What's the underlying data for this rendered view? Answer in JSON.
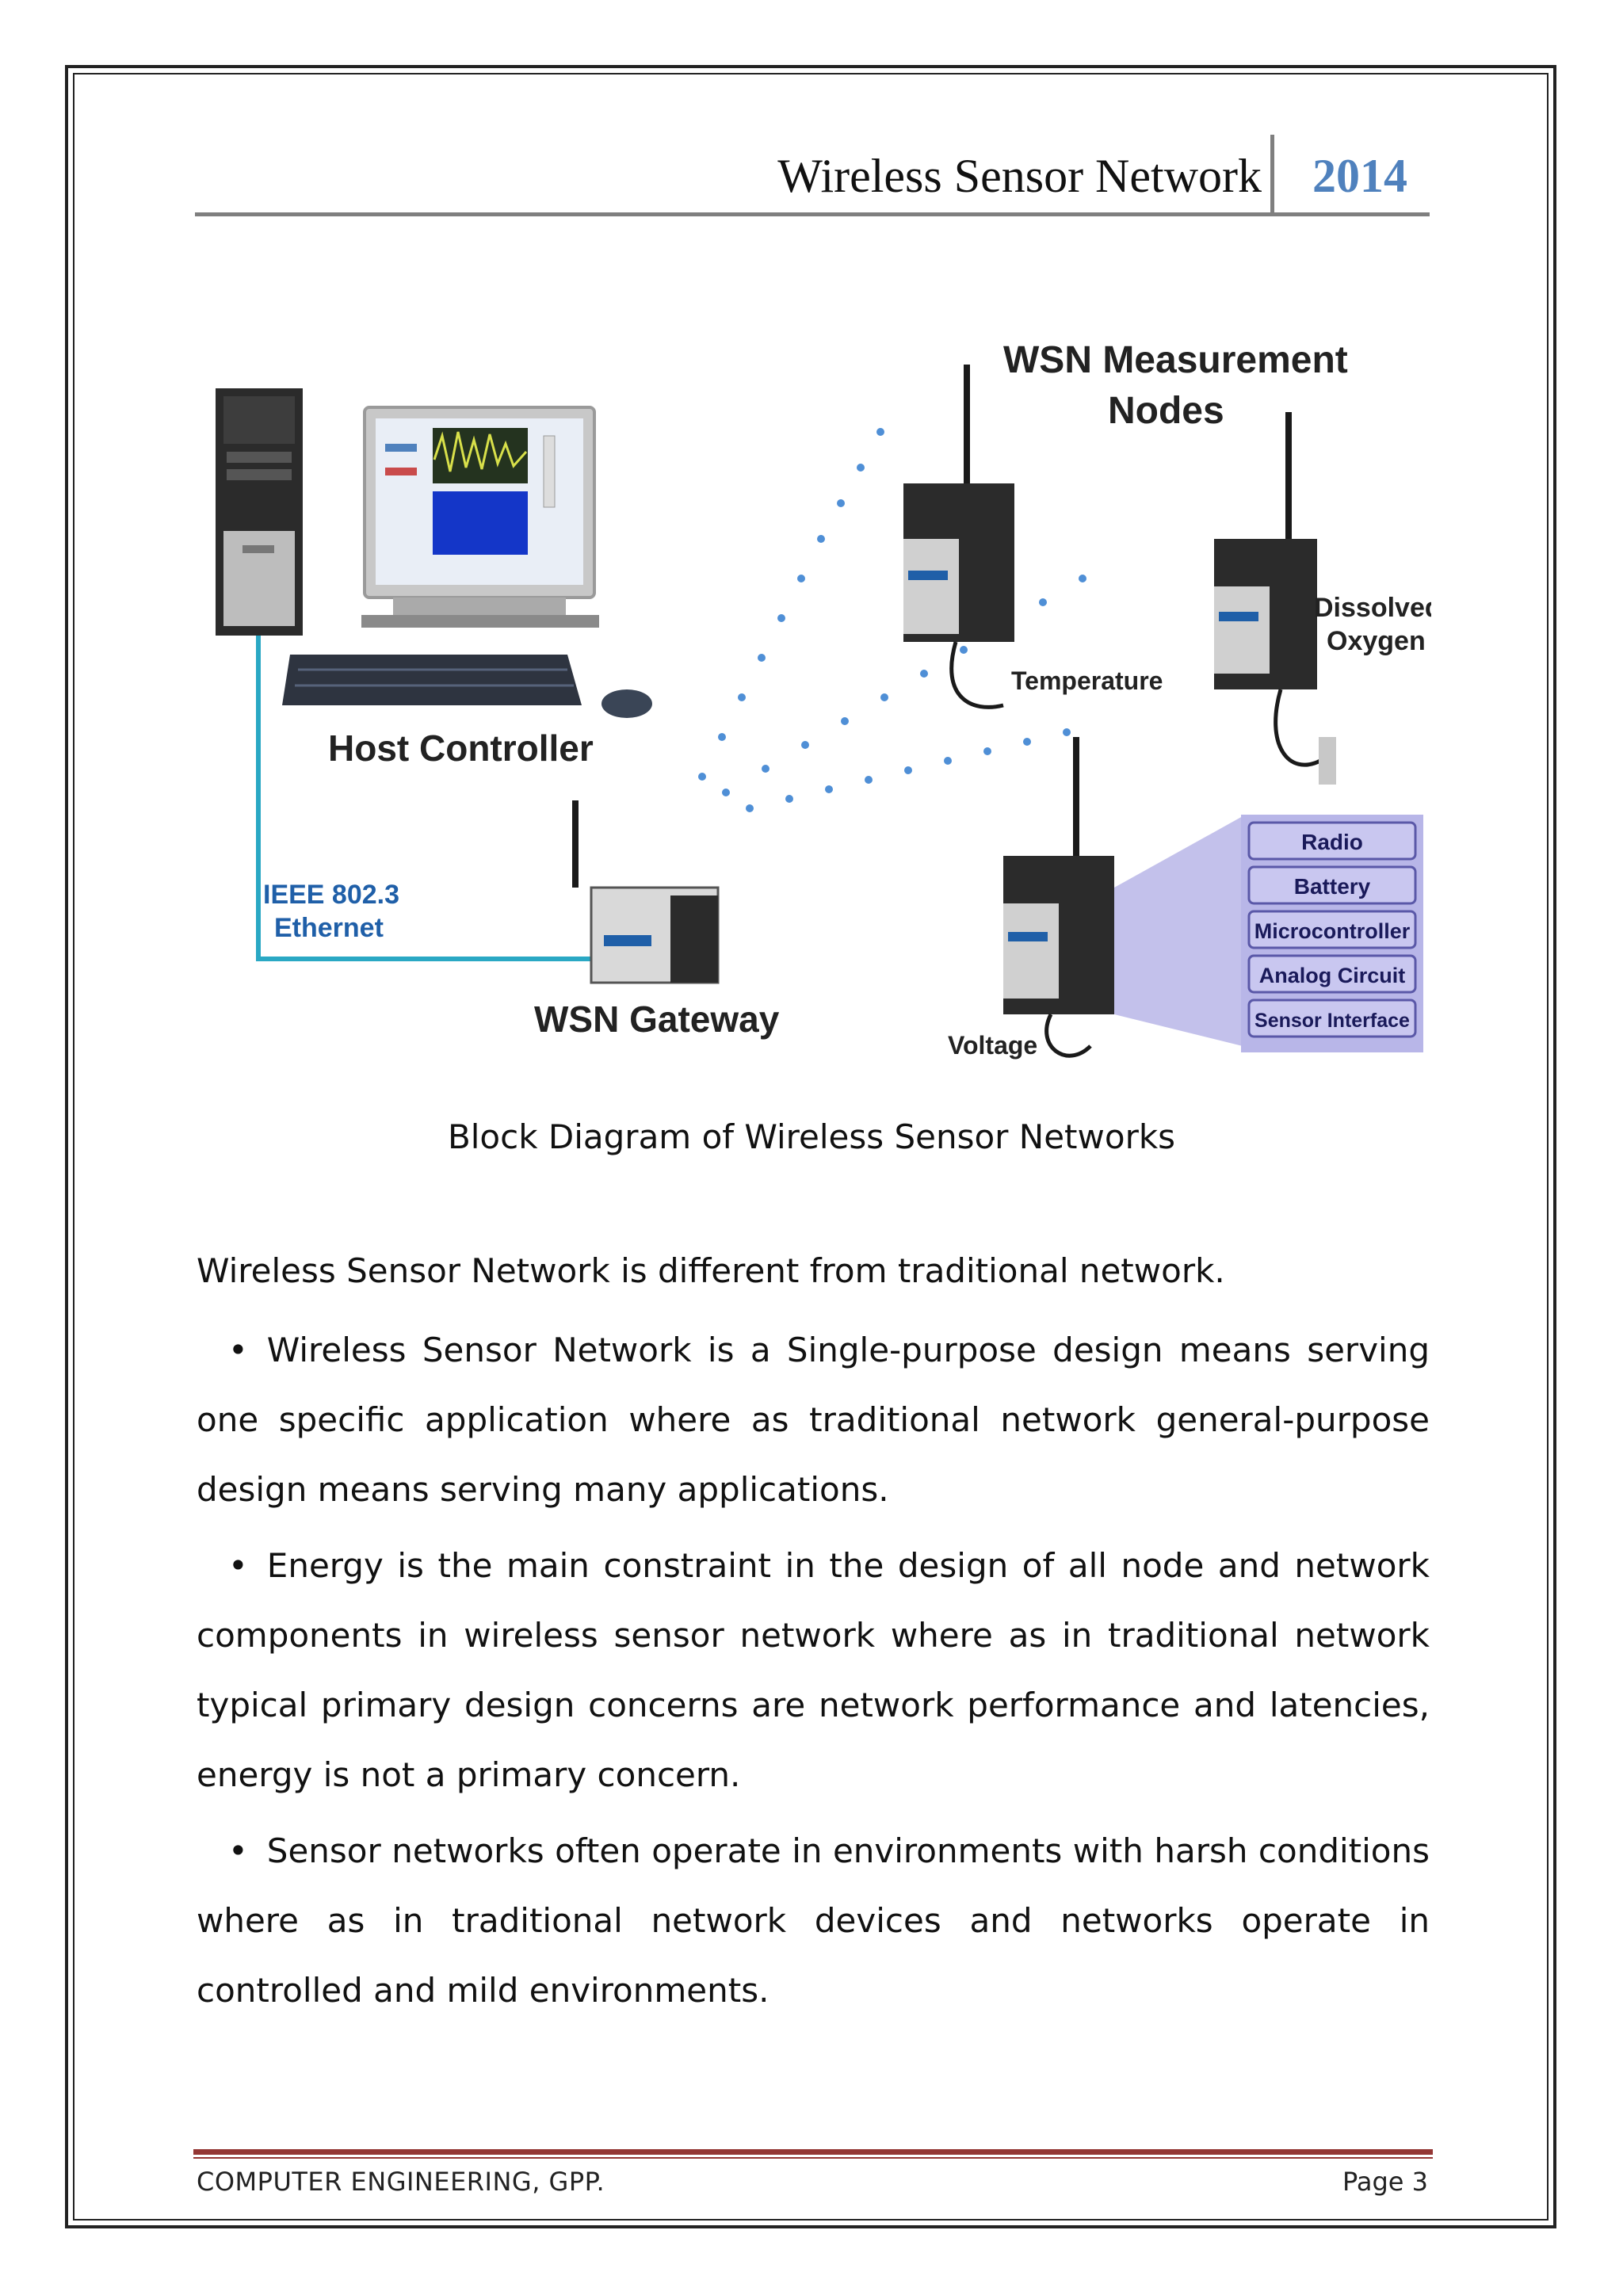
{
  "header": {
    "title": "Wireless Sensor Network",
    "year": "2014"
  },
  "figure": {
    "labels": {
      "measurement_nodes_line1": "WSN Measurement",
      "measurement_nodes_line2": "Nodes",
      "host_controller": "Host Controller",
      "ethernet_line1": "IEEE 802.3",
      "ethernet_line2": "Ethernet",
      "gateway": "WSN Gateway",
      "temperature": "Temperature",
      "dissolved_oxygen_line1": "Dissolved",
      "dissolved_oxygen_line2": "Oxygen",
      "voltage": "Voltage"
    },
    "node_components": [
      "Radio",
      "Battery",
      "Microcontroller",
      "Analog Circuit",
      "Sensor Interface"
    ],
    "colors": {
      "ethernet_line": "#2aa8c4",
      "component_box": "#c9c7f0",
      "component_panel": "#b8b6e8",
      "signal_dots": "#4f8fd6"
    }
  },
  "caption": "Block Diagram of Wireless Sensor Networks",
  "body": {
    "intro": "Wireless Sensor Network is different from traditional network.",
    "bullets": [
      "Wireless Sensor Network is a Single-purpose design means serving one specific application where as traditional network general-purpose design means serving many applications.",
      "Energy is the main constraint in the design of all node and network components in wireless sensor network where as in traditional network typical primary design concerns are network performance and latencies, energy is not a primary concern.",
      "Sensor networks often operate in environments with harsh conditions where as in traditional network devices and networks operate in controlled and mild environments."
    ],
    "bullet_symbol": "•"
  },
  "footer": {
    "left": "COMPUTER ENGINEERING, GPP.",
    "right": "Page 3"
  }
}
